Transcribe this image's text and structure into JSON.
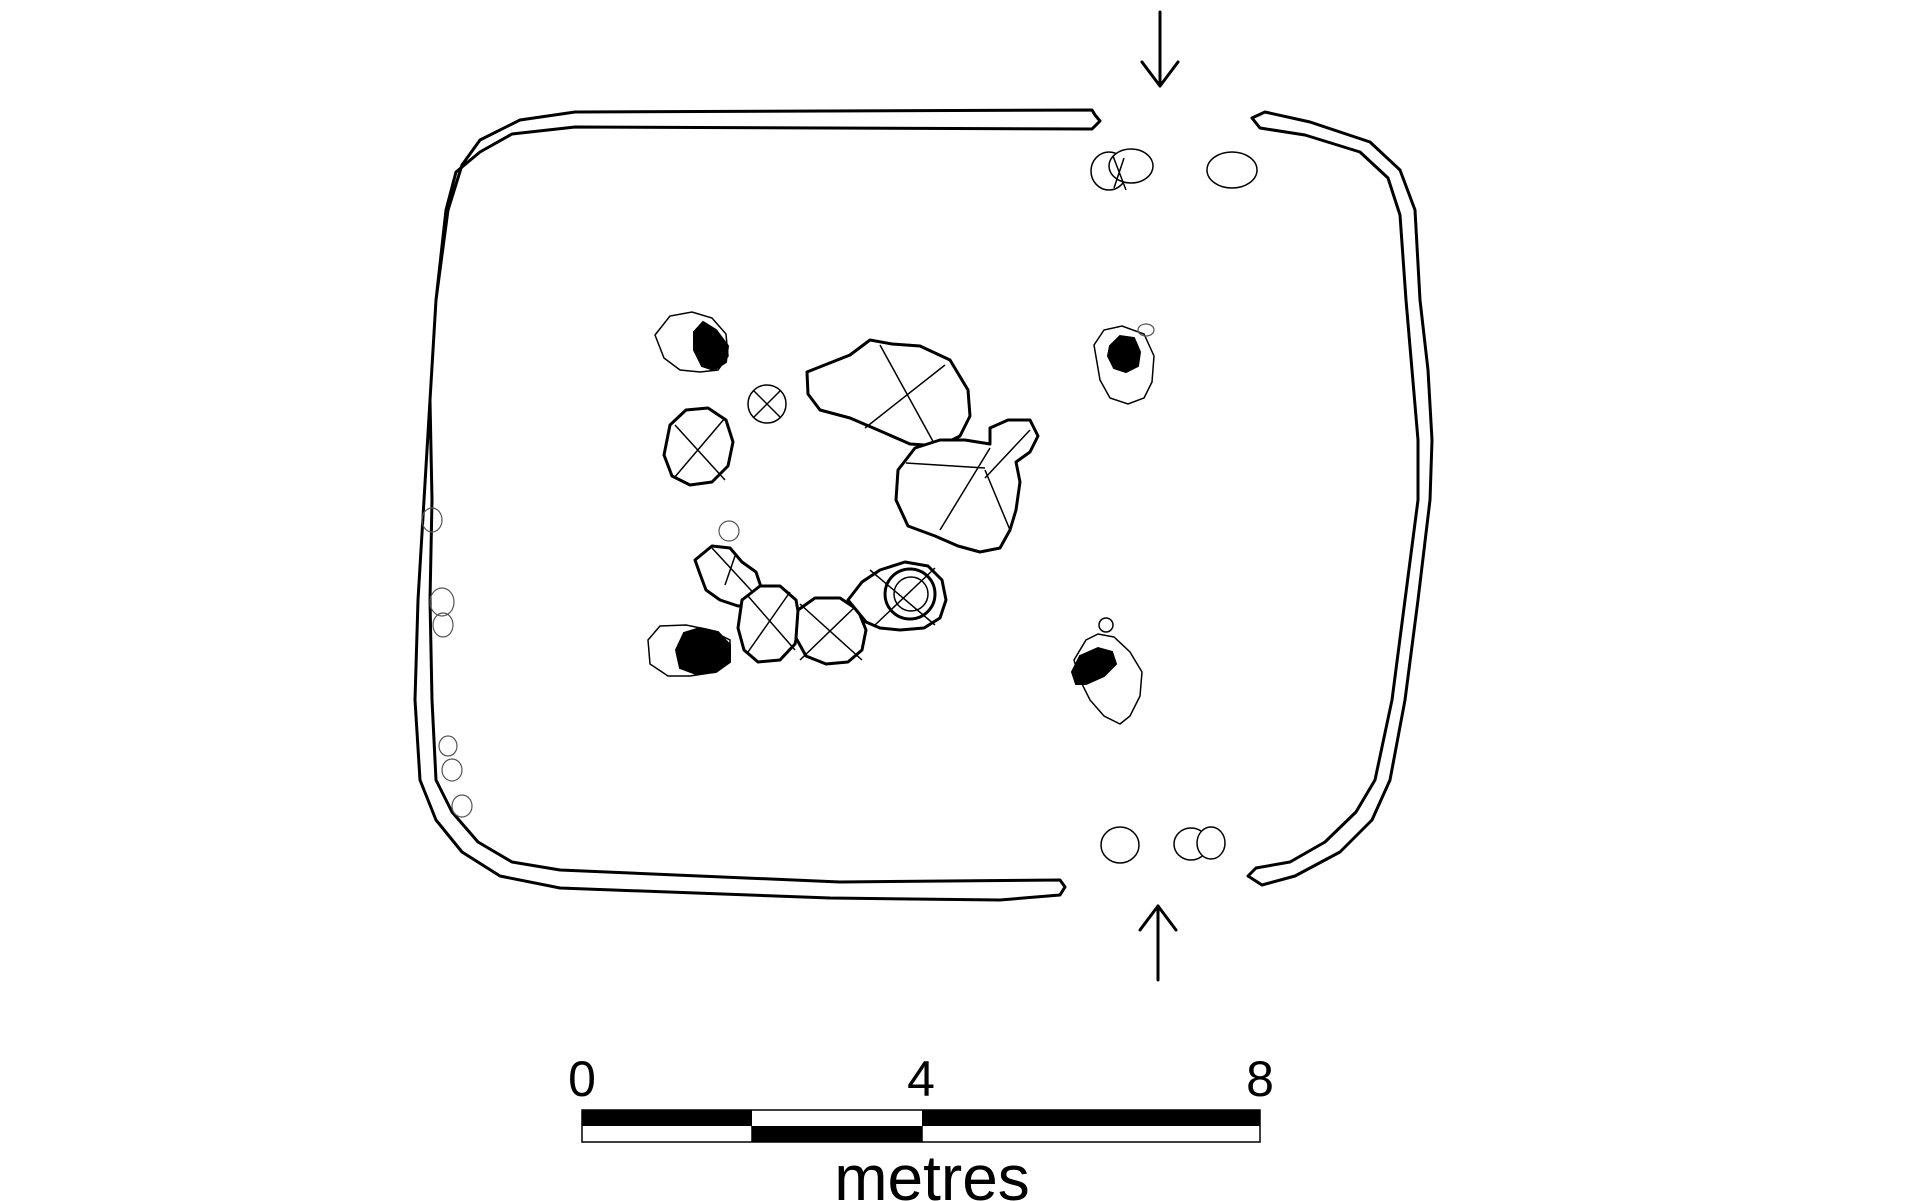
{
  "scale_bar": {
    "ticks": [
      "0",
      "4",
      "8"
    ],
    "unit": "metres"
  },
  "colors": {
    "ink": "#000000",
    "paper": "#ffffff"
  }
}
